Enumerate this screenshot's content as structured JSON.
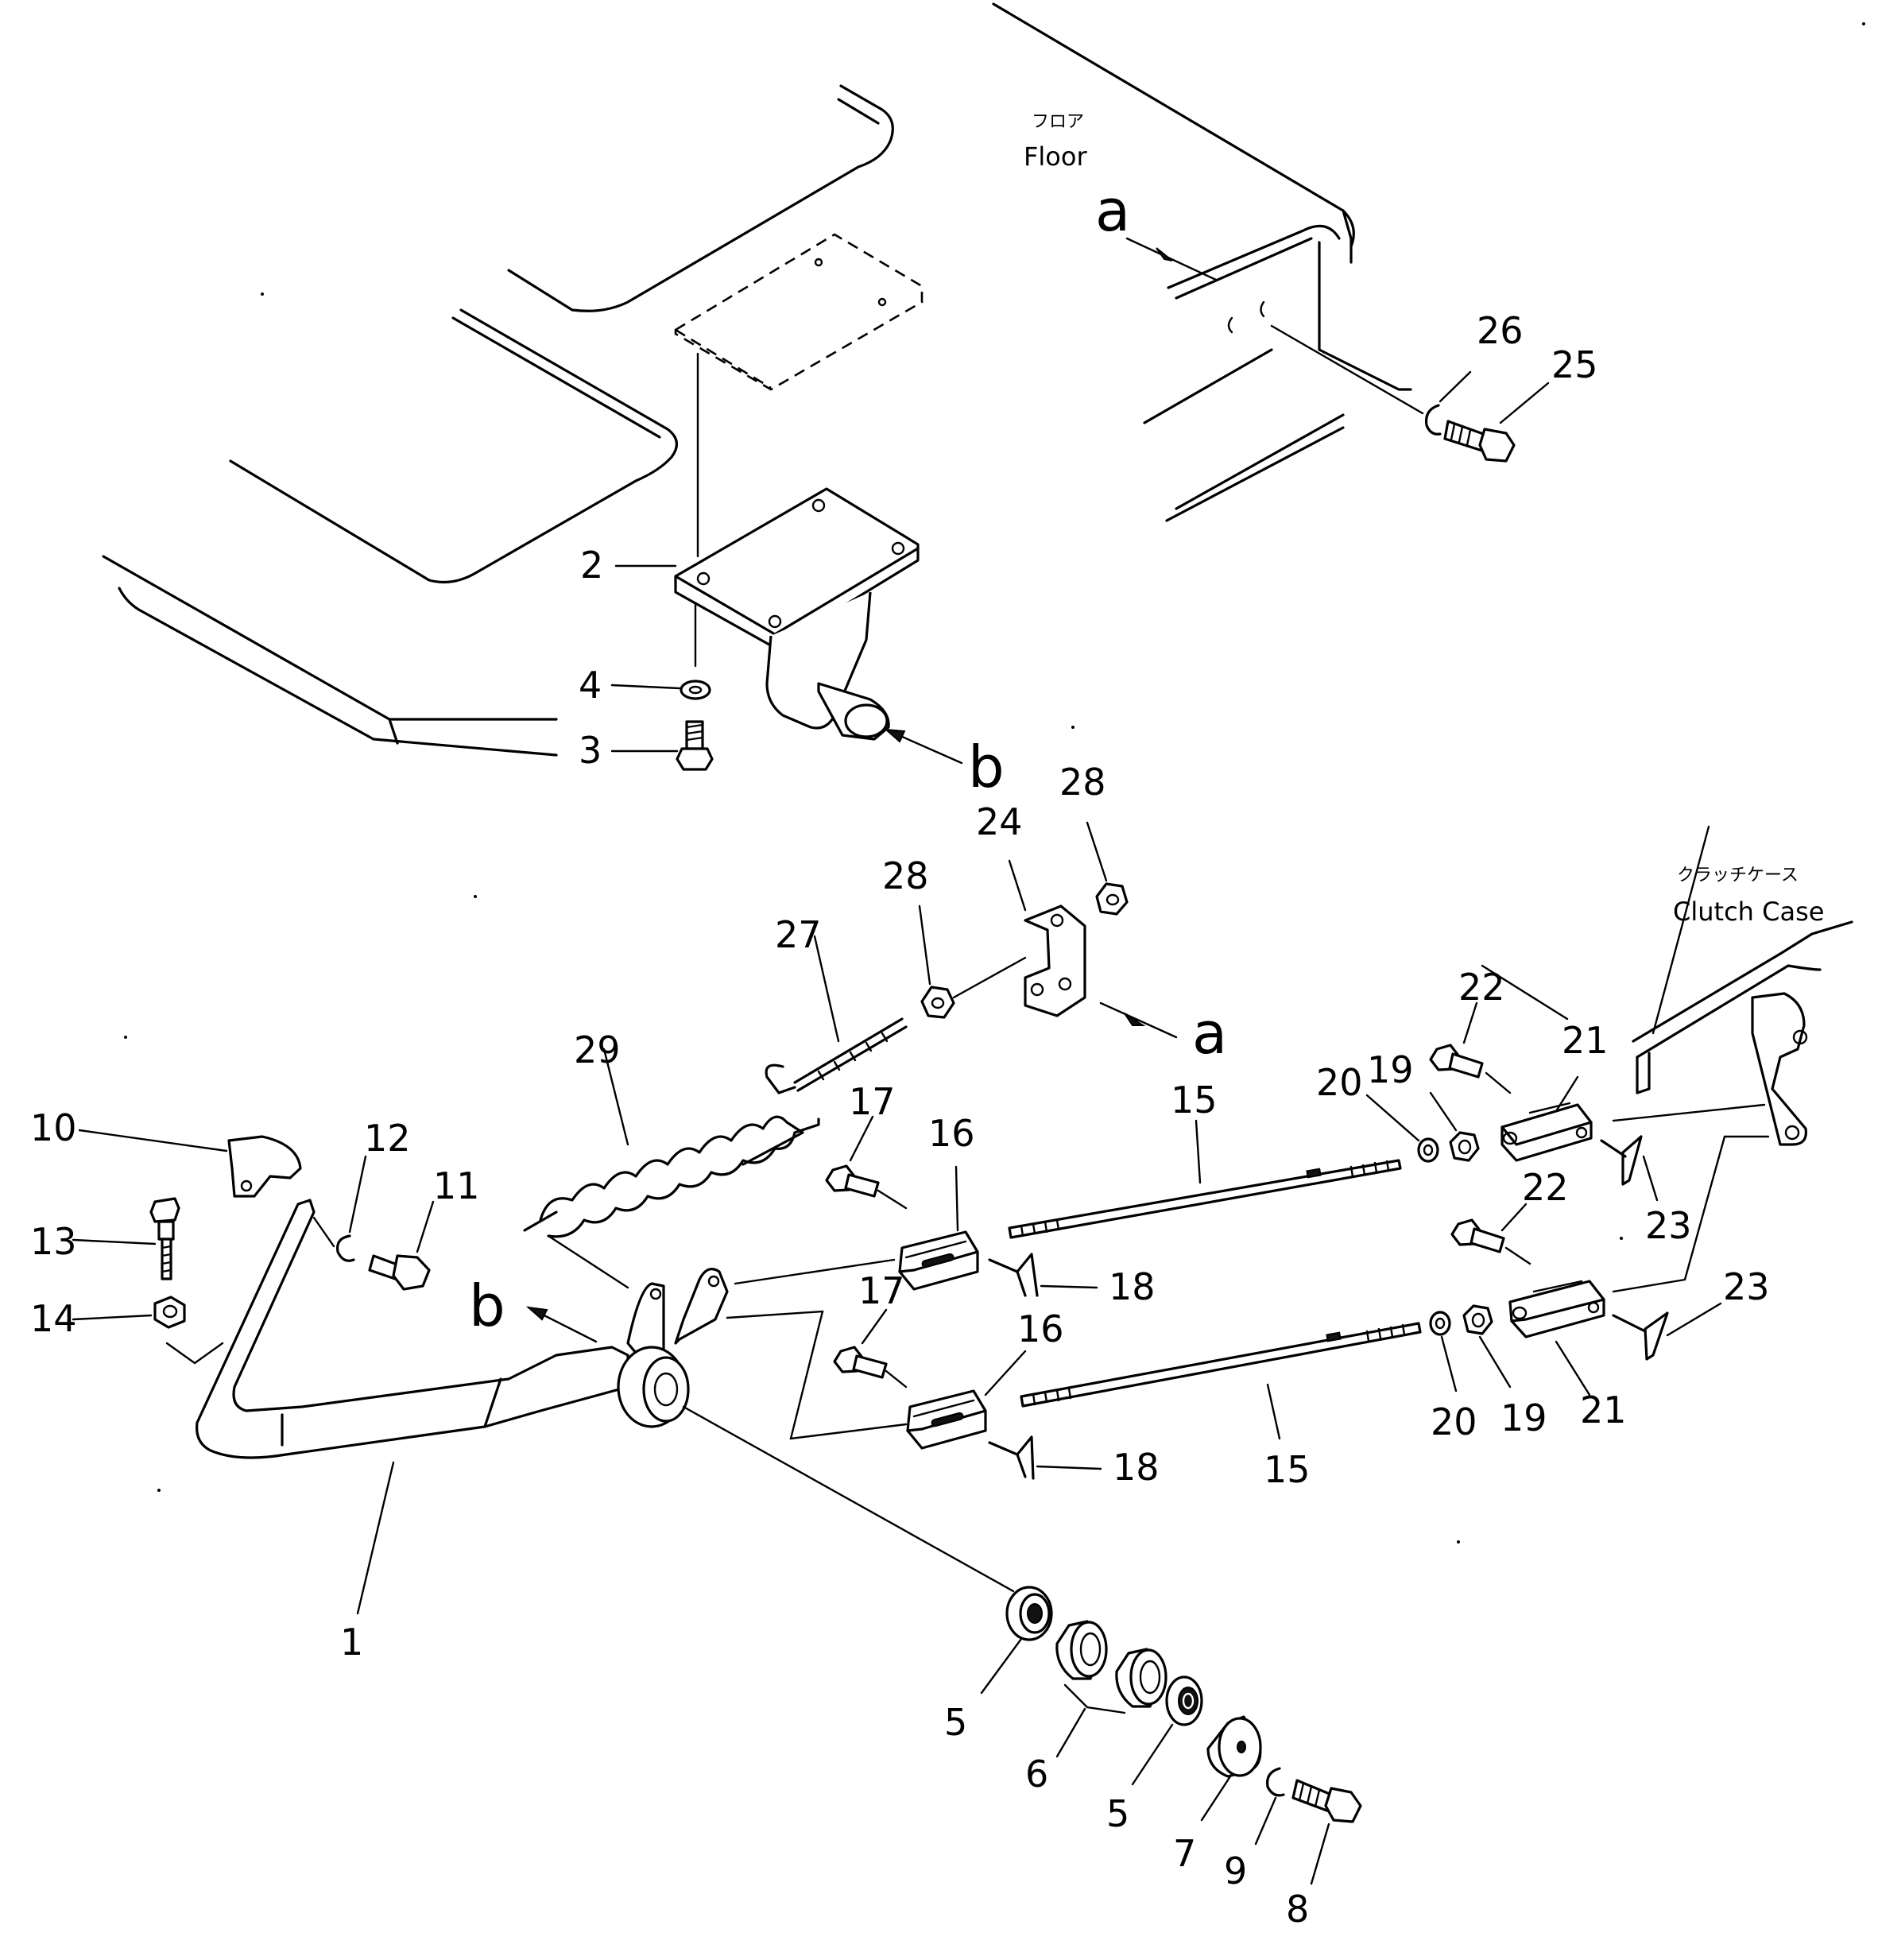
{
  "floor_label": {
    "jp": "フロア",
    "en": "Floor"
  },
  "clutch_case_label": {
    "jp": "クラッチケース",
    "en": "Clutch Case"
  },
  "view_refs": {
    "a": "a",
    "b": "b"
  },
  "callouts": {
    "c1": "1",
    "c2": "2",
    "c3": "3",
    "c4": "4",
    "c5a": "5",
    "c5b": "5",
    "c6": "6",
    "c7": "7",
    "c8": "8",
    "c9": "9",
    "c10": "10",
    "c11": "11",
    "c12": "12",
    "c13": "13",
    "c14": "14",
    "c15a": "15",
    "c15b": "15",
    "c16a": "16",
    "c16b": "16",
    "c17a": "17",
    "c17b": "17",
    "c18a": "18",
    "c18b": "18",
    "c19a": "19",
    "c19b": "19",
    "c20a": "20",
    "c20b": "20",
    "c21a": "21",
    "c21b": "21",
    "c22a": "22",
    "c22b": "22",
    "c23a": "23",
    "c23b": "23",
    "c24": "24",
    "c25": "25",
    "c26": "26",
    "c27": "27",
    "c28a": "28",
    "c28b": "28",
    "c29": "29"
  }
}
